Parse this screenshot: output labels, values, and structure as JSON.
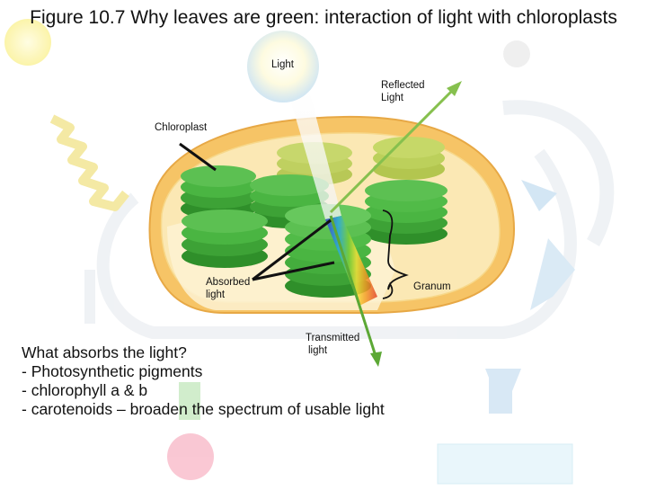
{
  "title": "Figure 10.7 Why leaves are green: interaction of light with chloroplasts",
  "labels": {
    "light": "Light",
    "reflected": [
      "Reflected",
      "Light"
    ],
    "chloroplast": "Chloroplast",
    "absorbed": [
      "Absorbed",
      "light"
    ],
    "granum": "Granum",
    "transmitted": [
      "Transmitted",
      "light"
    ]
  },
  "text_block": {
    "question": "What absorbs the light?",
    "points": [
      "- Photosynthetic pigments",
      "- chlorophyll a & b",
      "- carotenoids – broaden the spectrum of usable light"
    ]
  },
  "colors": {
    "sun": "#fbf3a0",
    "chloroplast_envelope": "#f6c466",
    "stroma": "#fbe8b4",
    "thylakoid": "#3fae3a",
    "reflected_arrow": "#86c04e",
    "transmitted_arrow": "#5ca835",
    "faded_background": "#e8eef5"
  }
}
